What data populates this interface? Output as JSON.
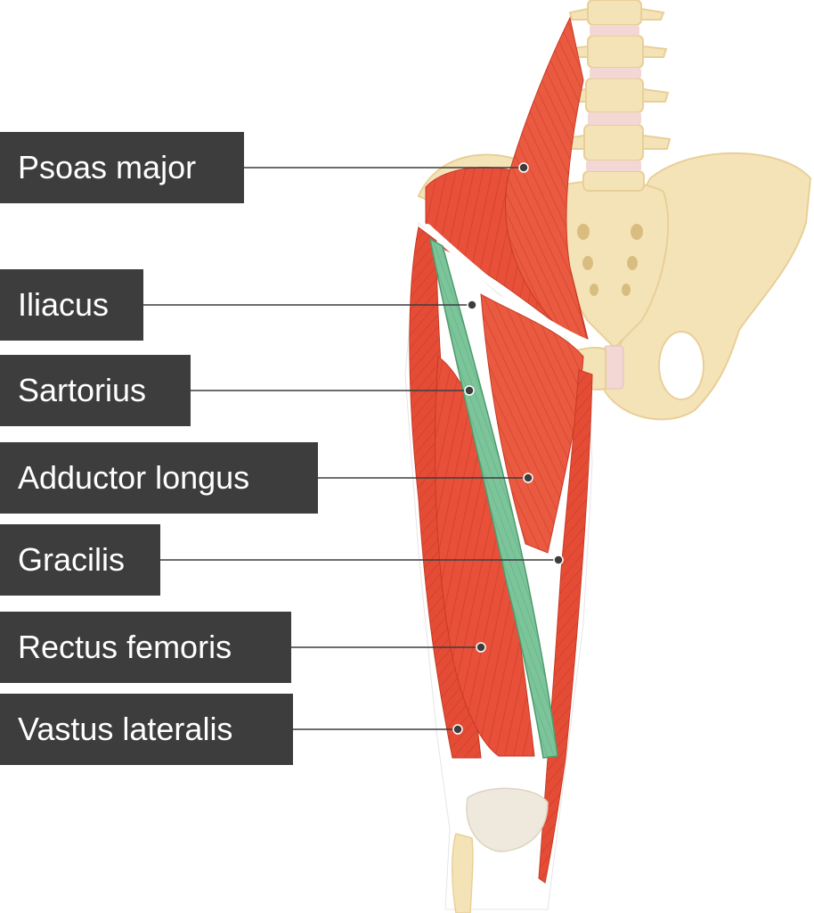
{
  "labels": [
    {
      "id": "psoas-major",
      "text": "Psoas major"
    },
    {
      "id": "iliacus",
      "text": "Iliacus"
    },
    {
      "id": "sartorius",
      "text": "Sartorius"
    },
    {
      "id": "adductor-longus",
      "text": "Adductor longus"
    },
    {
      "id": "gracilis",
      "text": "Gracilis"
    },
    {
      "id": "rectus-femoris",
      "text": "Rectus femoris"
    },
    {
      "id": "vastus-lateralis",
      "text": "Vastus lateralis"
    }
  ],
  "colors": {
    "label_background": "#3d3d3d",
    "label_text": "#ffffff",
    "leader_line": "#3d3d3d",
    "muscle": "#e8503a",
    "muscle_dark": "#c63a26",
    "highlighted_muscle": "#7cc49a",
    "bone": "#f5e3b8",
    "bone_shadow": "#e8cf97",
    "cartilage": "#f2d7d5",
    "fascia": "#ffffff"
  },
  "highlighted": "Sartorius"
}
